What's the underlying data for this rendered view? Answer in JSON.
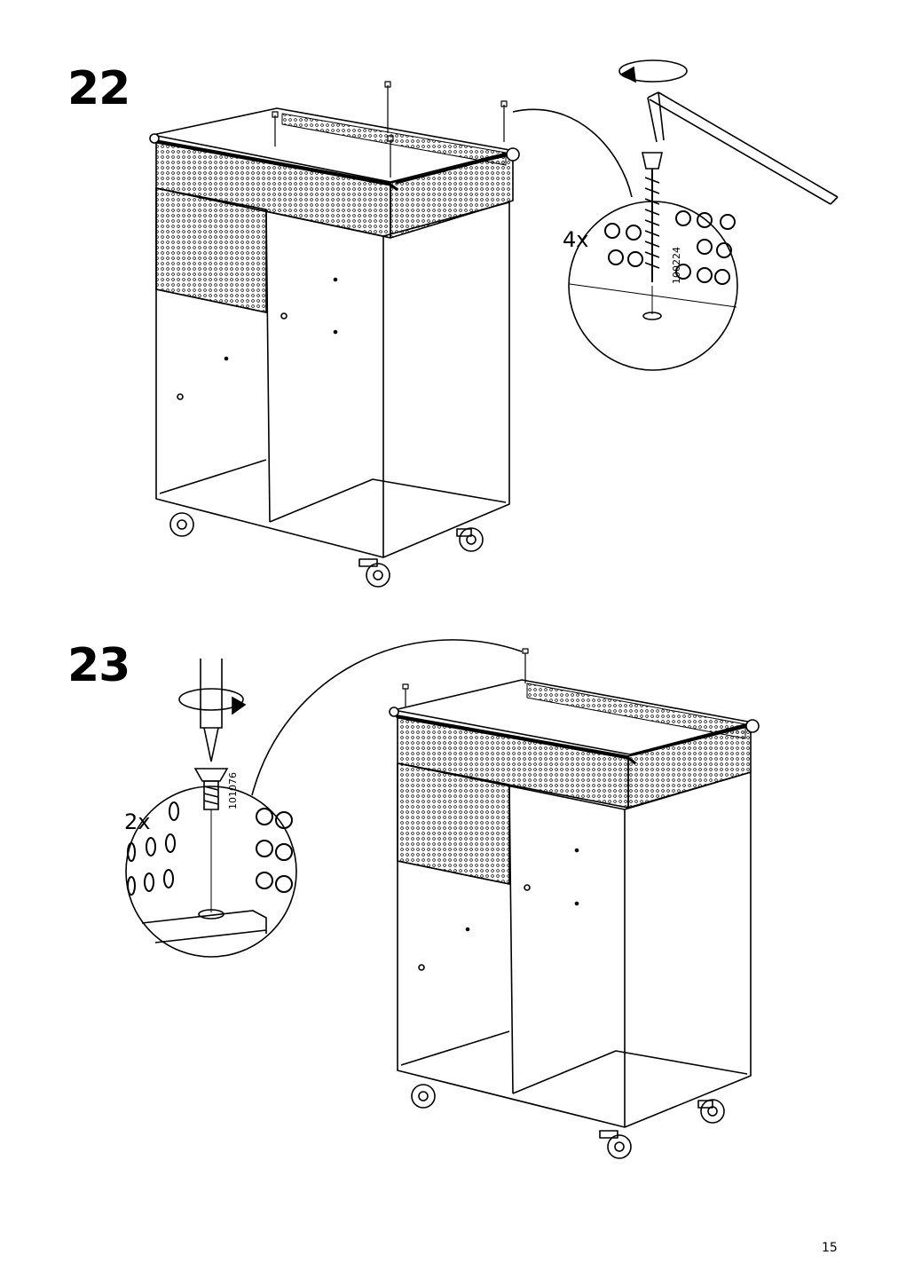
{
  "steps": [
    {
      "number": "22",
      "quantity": "4x",
      "part_code": "100224"
    },
    {
      "number": "23",
      "quantity": "2x",
      "part_code": "101076"
    }
  ],
  "page_number": "15"
}
